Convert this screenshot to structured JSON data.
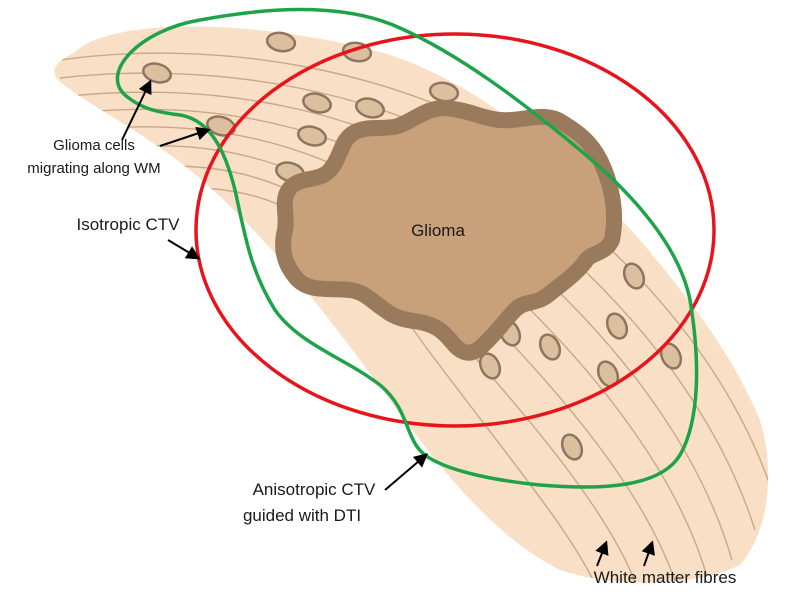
{
  "labels": {
    "glioma": "Glioma",
    "cells_line1": "Glioma cells",
    "cells_line2": "migrating along WM",
    "isotropic": "Isotropic CTV",
    "anisotropic_line1": "Anisotropic CTV",
    "anisotropic_line2": "guided with DTI",
    "fibres": "White matter fibres"
  },
  "colors": {
    "tract_fill": "#f9dfc5",
    "fibre_line": "#c8a88a",
    "cell_fill": "#dcbf9f",
    "cell_stroke": "#8e7560",
    "tumor_outer": "#9a7a5c",
    "tumor_inner": "#c8a07a",
    "isotropic_ctv": "#e8141c",
    "anisotropic_ctv": "#1fa34a",
    "arrow": "#000000"
  }
}
